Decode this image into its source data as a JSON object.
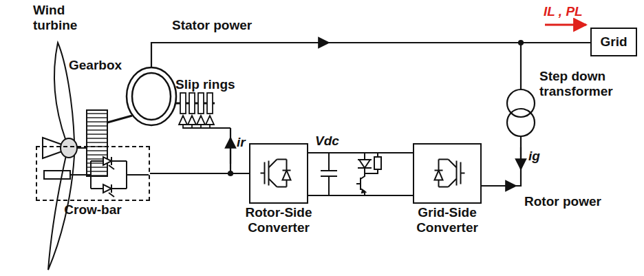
{
  "diagram": {
    "nodes": [
      {
        "text": [
          "Grid"
        ]
      },
      {
        "text": [
          "Crow-bar"
        ]
      },
      {
        "text": [
          "Rotor-Side Converter"
        ]
      },
      {
        "text": [
          "Grid-Side Converter"
        ]
      }
    ],
    "edges": [
      {
        "from": 1,
        "to": 2,
        "arrow": "none"
      },
      {
        "from": 2,
        "to": 3,
        "arrow": "none"
      }
    ],
    "labels": [
      "Wind turbine",
      "Gearbox",
      "Stator power",
      "IL , PL",
      "Slip rings",
      "Step down transformer",
      "ir",
      "Vdc",
      "ig",
      "Rotor power"
    ]
  }
}
